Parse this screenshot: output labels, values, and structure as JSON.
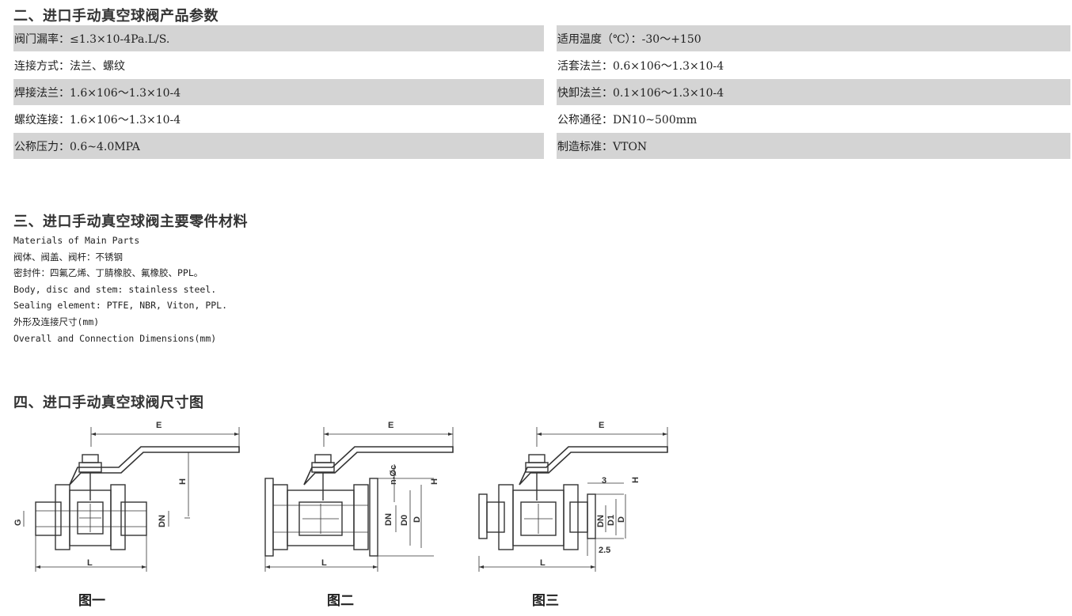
{
  "section2": {
    "title": "二、进口手动真空球阀产品参数",
    "rows": [
      {
        "left": "阀门漏率：≤1.3×10-4Pa.L/S.",
        "right": "适用温度（℃）：-30～+150",
        "shaded": true
      },
      {
        "left": "连接方式：法兰、螺纹",
        "right": "活套法兰：0.6×106～1.3×10-4",
        "shaded": false
      },
      {
        "left": "焊接法兰：1.6×106～1.3×10-4",
        "right": "快卸法兰：0.1×106～1.3×10-4",
        "shaded": true
      },
      {
        "left": "螺纹连接：1.6×106～1.3×10-4",
        "right": "公称通径：DN10~500mm",
        "shaded": false
      },
      {
        "left": "公称压力：0.6~4.0MPA",
        "right": "制造标准：VTON",
        "shaded": true
      }
    ]
  },
  "section3": {
    "title": "三、进口手动真空球阀主要零件材料",
    "lines": [
      "Materials of Main Parts",
      "阀体、阀盖、阀杆：不锈钢",
      "密封件：四氟乙烯、丁腈橡胶、氟橡胶、PPL。",
      "Body, disc and stem: stainless steel.",
      "Sealing element: PTFE, NBR, Viton, PPL.",
      "外形及连接尺寸(mm)",
      "Overall and Connection Dimensions(mm)"
    ]
  },
  "section4": {
    "title": "四、进口手动真空球阀尺寸图",
    "figures": [
      {
        "caption": "图一",
        "labels": {
          "E": "E",
          "H": "H",
          "G": "G",
          "DN": "DN",
          "L": "L"
        }
      },
      {
        "caption": "图二",
        "labels": {
          "E": "E",
          "H": "H",
          "n": "n-Øc",
          "DN": "DN",
          "D0": "D0",
          "D": "D",
          "L": "L"
        }
      },
      {
        "caption": "图三",
        "labels": {
          "E": "E",
          "H": "H",
          "three": "3",
          "DN": "DN",
          "D1": "D1",
          "D": "D",
          "twofive": "2.5",
          "L": "L"
        }
      }
    ]
  },
  "colors": {
    "row_shade": "#d4d4d4",
    "line": "#333333"
  }
}
